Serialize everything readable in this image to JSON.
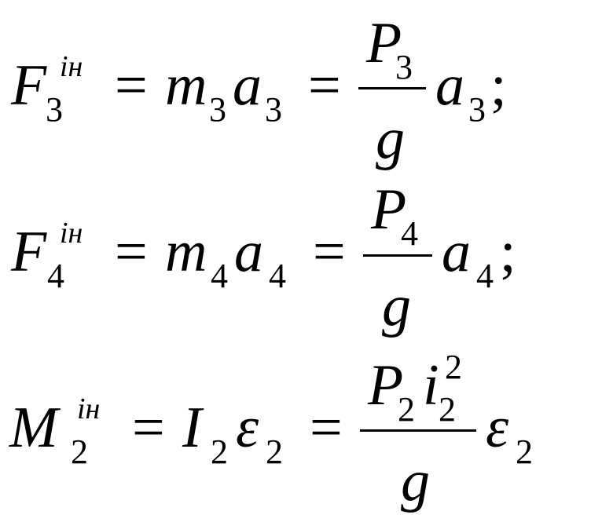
{
  "equations": [
    {
      "lhs": {
        "symbol": "F",
        "sub": "3",
        "sup": "ін"
      },
      "eq1": "=",
      "mid": [
        {
          "symbol": "m",
          "sub": "3"
        },
        {
          "symbol": "a",
          "sub": "3"
        }
      ],
      "eq2": "=",
      "frac": {
        "num_symbol": "P",
        "num_sub": "3",
        "den": "g"
      },
      "tail": {
        "symbol": "a",
        "sub": "3",
        "punct": ";"
      }
    },
    {
      "lhs": {
        "symbol": "F",
        "sub": "4",
        "sup": "ін"
      },
      "eq1": "=",
      "mid": [
        {
          "symbol": "m",
          "sub": "4"
        },
        {
          "symbol": "a",
          "sub": "4"
        }
      ],
      "eq2": "=",
      "frac": {
        "num_symbol": "P",
        "num_sub": "4",
        "den": "g"
      },
      "tail": {
        "symbol": "a",
        "sub": "4",
        "punct": ";"
      }
    },
    {
      "lhs": {
        "symbol": "M",
        "sub": "2",
        "sup": "ін"
      },
      "eq1": "=",
      "mid": [
        {
          "symbol": "I",
          "sub": "2"
        },
        {
          "symbol": "ε",
          "sub": "2"
        }
      ],
      "eq2": "=",
      "frac": {
        "num_symbol": "P",
        "num_sub": "2",
        "num_symbol2": "i",
        "num_sub2": "2",
        "num_sup2": "2",
        "den": "g"
      },
      "tail": {
        "symbol": "ε",
        "sub": "2",
        "punct": ""
      }
    }
  ]
}
